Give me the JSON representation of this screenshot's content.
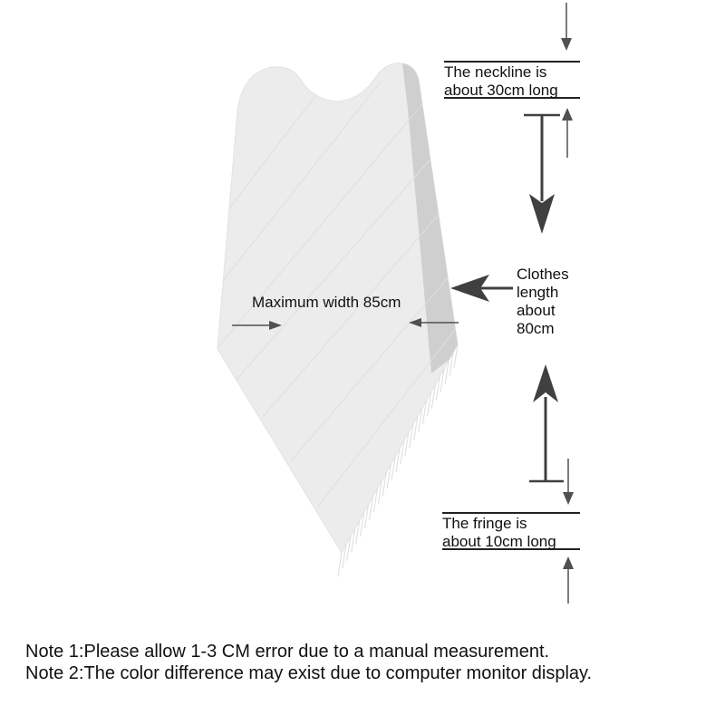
{
  "labels": {
    "max_width": "Maximum width 85cm",
    "neckline": [
      "The neckline is",
      "about 30cm long"
    ],
    "clothes_length": [
      "Clothes",
      "length",
      "about",
      "80cm"
    ],
    "fringe": [
      "The fringe is",
      "about 10cm long"
    ]
  },
  "notes": [
    "Note 1:Please allow 1-3 CM error due to a manual measurement.",
    "Note 2:The color difference may exist due to computer monitor display."
  ],
  "colors": {
    "garment": "#ececec",
    "garment_shade": "#cfcfcf",
    "arrow": "#505050",
    "text": "#111111"
  }
}
